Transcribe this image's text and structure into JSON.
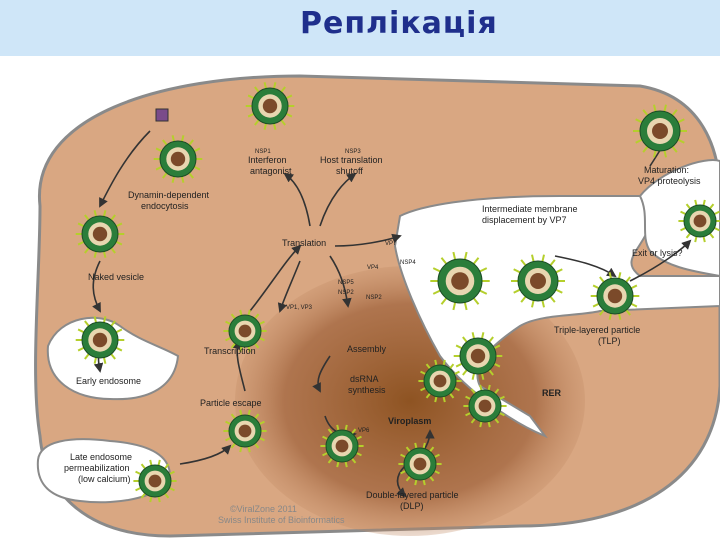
{
  "title": "Реплікація",
  "labels": {
    "nsp1_a": "NSP1",
    "interferon": [
      "Interferon",
      "antagonist"
    ],
    "nsp3": "NSP3",
    "host_shutoff": [
      "Host translation",
      "shutoff"
    ],
    "dynamin": [
      "Dynamin-dependent",
      "endocytosis"
    ],
    "translation": "Translation",
    "naked_vesicle": "Naked vesicle",
    "early_endosome": "Early endosome",
    "late_endosome": [
      "Late endosome",
      "permeabilization",
      "(low calcium)"
    ],
    "transcription": "Transcription",
    "particle_escape": "Particle escape",
    "vp1_vp3": "VP1, VP3",
    "nsp5": "NSP5",
    "nsp2": "NSP2",
    "nsp2b": "NSP2",
    "assembly": "Assembly",
    "dsrna": [
      "dsRNA",
      "synthesis"
    ],
    "viroplasm": "Viroplasm",
    "vp6": "VP6",
    "dlp": [
      "Double-layered particle",
      "(DLP)"
    ],
    "vp7": "VP7",
    "vp4": "VP4",
    "nsp4": "NSP4",
    "intermediate": [
      "Intermediate membrane",
      "displacement by VP7"
    ],
    "maturation": [
      "Maturation:",
      "VP4 proteolysis"
    ],
    "exit": "Exit or lysis?",
    "tlp": [
      "Triple-layered particle",
      "(TLP)"
    ],
    "rer": "RER",
    "copyright": [
      "©ViralZone 2011",
      "Swiss Institute of Bioinformatics"
    ]
  },
  "colors": {
    "title_bar": "#cfe6f8",
    "title_text": "#1f2f8c",
    "cytoplasm": "#d9a782",
    "viroplasm": "#a1643d",
    "membrane": "#8a8a8a",
    "virus_outer": "#2b7d3a",
    "virus_spikes": "#b5cf2c",
    "virus_core": "#7b4a2a"
  }
}
